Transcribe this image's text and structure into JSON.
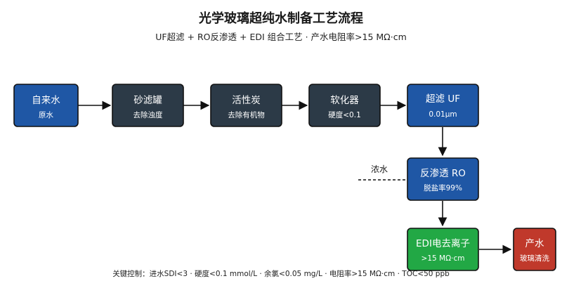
{
  "title": "光学玻璃超纯水制备工艺流程",
  "subtitle": "UF超滤 + RO反渗透 + EDI 组合工艺 · 产水电阻率>15 MΩ·cm",
  "footer": "关键控制：进水SDI<3 · 硬度<0.1 mmol/L · 余氯<0.05 mg/L · 电阻率>15 MΩ·cm · TOC<50 ppb",
  "colors": {
    "blue": "#1f57a5",
    "dark": "#2c3a47",
    "green": "#22a845",
    "red": "#c0392b"
  },
  "nodes": [
    {
      "id": "source",
      "title": "自来水",
      "sub": "原水",
      "color": "blue"
    },
    {
      "id": "sand",
      "title": "砂滤罐",
      "sub": "去除浊度",
      "color": "dark"
    },
    {
      "id": "carbon",
      "title": "活性炭",
      "sub": "去除有机物",
      "color": "dark"
    },
    {
      "id": "softener",
      "title": "软化器",
      "sub": "硬度<0.1",
      "color": "dark"
    },
    {
      "id": "uf",
      "title": "超滤 UF",
      "sub": "0.01μm",
      "color": "blue"
    },
    {
      "id": "ro",
      "title": "反渗透 RO",
      "sub": "脱盐率99%",
      "color": "blue"
    },
    {
      "id": "edi",
      "title": "EDI电去离子",
      "sub": ">15 MΩ·cm",
      "color": "green"
    },
    {
      "id": "product",
      "title": "产水",
      "sub": "玻璃清洗",
      "color": "red"
    }
  ],
  "concentrate_label": "浓水"
}
